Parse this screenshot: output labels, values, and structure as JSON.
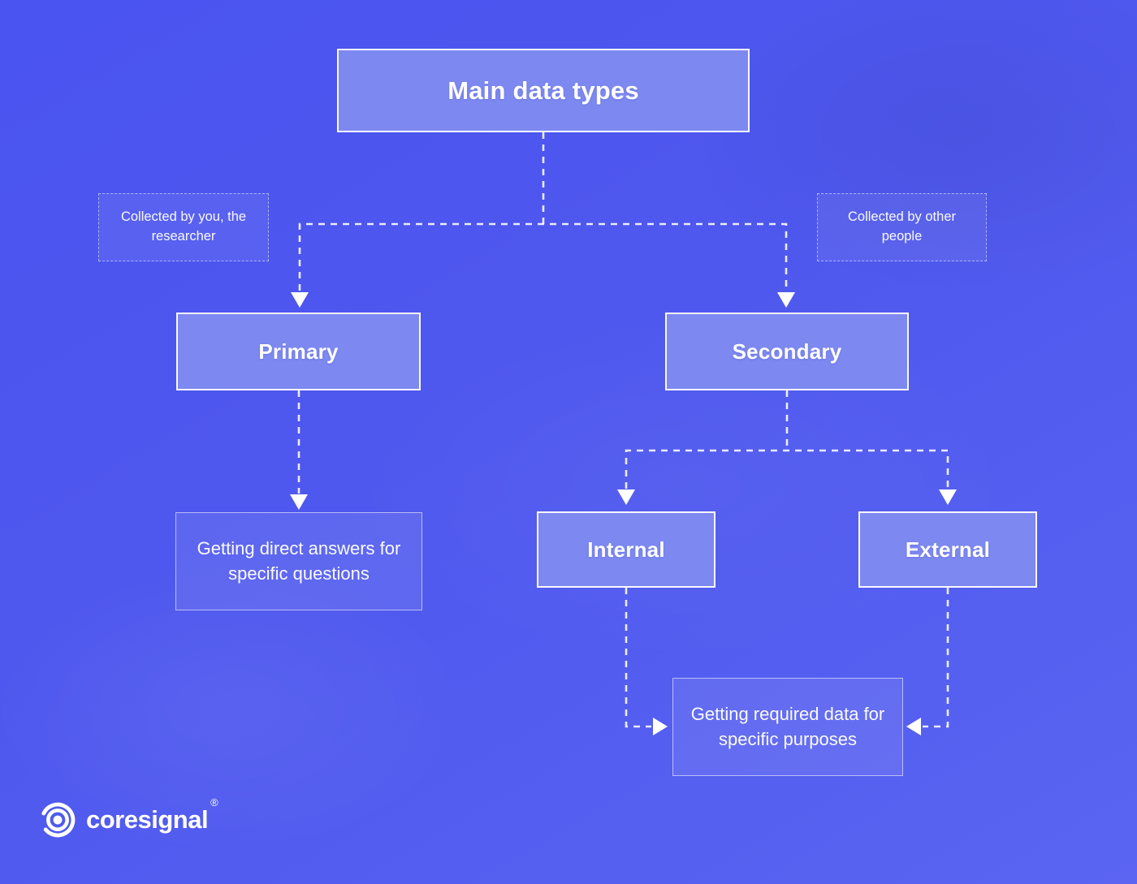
{
  "nodes": {
    "root": "Main data types",
    "primary": "Primary",
    "secondary": "Secondary",
    "internal": "Internal",
    "external": "External",
    "primary_outcome": "Getting direct answers for specific questions",
    "secondary_outcome": "Getting required data for specific purposes"
  },
  "annotations": {
    "left": "Collected by you, the researcher",
    "right": "Collected by other people"
  },
  "branding": {
    "logo_text": "coresignal",
    "registered_mark": "®"
  },
  "colors": {
    "background_top": "#4a54f0",
    "background_bottom": "#5b65f2",
    "node_fill": "#7d88f0",
    "node_border": "#f2f4fe",
    "connector": "#ffffff"
  }
}
